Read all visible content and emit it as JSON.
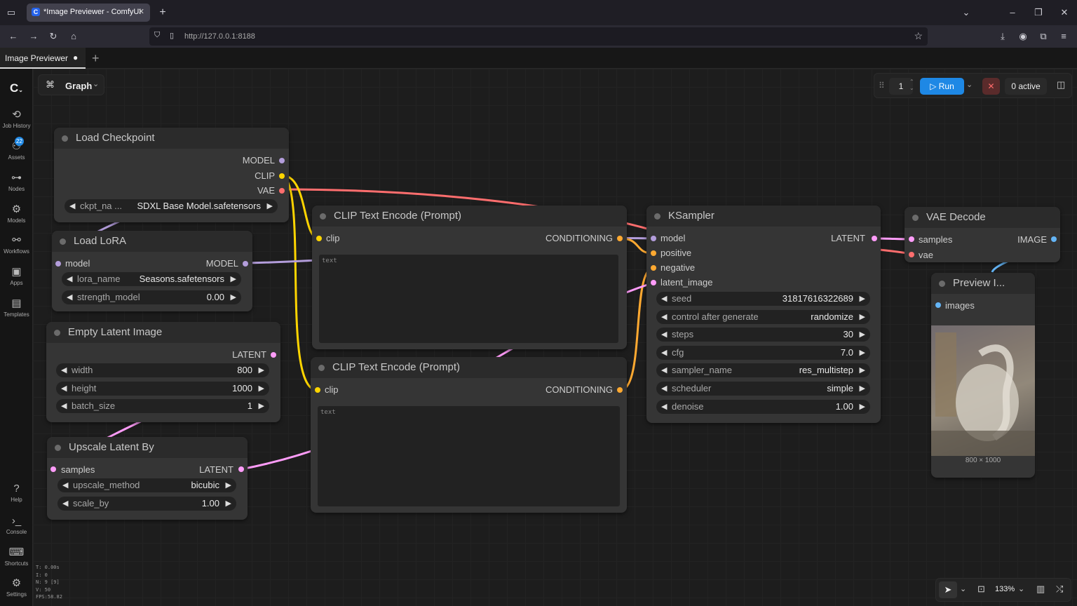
{
  "browser": {
    "tab_title": "*Image Previewer - ComfyUI",
    "url": "http://127.0.0.1:8188"
  },
  "app": {
    "workflow_tab": "Image Previewer",
    "mode_label": "Graph",
    "queue_count": "1",
    "run_label": "Run",
    "active_label": "0 active",
    "zoom": "133%"
  },
  "sidebar": {
    "items": [
      {
        "label": "Job History",
        "icon": "history-icon"
      },
      {
        "label": "Assets",
        "icon": "assets-icon",
        "badge": "22"
      },
      {
        "label": "Nodes",
        "icon": "nodes-icon"
      },
      {
        "label": "Models",
        "icon": "models-icon"
      },
      {
        "label": "Workflows",
        "icon": "workflows-icon"
      },
      {
        "label": "Apps",
        "icon": "apps-icon"
      },
      {
        "label": "Templates",
        "icon": "templates-icon"
      }
    ],
    "bottom": [
      {
        "label": "Help",
        "icon": "help-icon"
      },
      {
        "label": "Console",
        "icon": "console-icon"
      },
      {
        "label": "Shortcuts",
        "icon": "keyboard-icon"
      },
      {
        "label": "Settings",
        "icon": "gear-icon"
      }
    ]
  },
  "stats": [
    "T: 0.00s",
    "I: 0",
    "N: 9 [9]",
    "V: 50",
    "FPS:58.82"
  ],
  "nodes": {
    "load_checkpoint": {
      "title": "Load Checkpoint",
      "outputs": [
        "MODEL",
        "CLIP",
        "VAE"
      ],
      "ckpt_label": "ckpt_na ...",
      "ckpt_value": "SDXL Base Model.safetensors"
    },
    "load_lora": {
      "title": "Load LoRA",
      "input": "model",
      "output": "MODEL",
      "lora_label": "lora_name",
      "lora_value": "Seasons.safetensors",
      "strength_label": "strength_model",
      "strength_value": "0.00"
    },
    "empty_latent": {
      "title": "Empty Latent Image",
      "output": "LATENT",
      "width_label": "width",
      "width_value": "800",
      "height_label": "height",
      "height_value": "1000",
      "batch_label": "batch_size",
      "batch_value": "1"
    },
    "upscale_latent": {
      "title": "Upscale Latent By",
      "input": "samples",
      "output": "LATENT",
      "method_label": "upscale_method",
      "method_value": "bicubic",
      "scale_label": "scale_by",
      "scale_value": "1.00"
    },
    "clip_encode_1": {
      "title": "CLIP Text Encode (Prompt)",
      "input": "clip",
      "output": "CONDITIONING",
      "placeholder": "text"
    },
    "clip_encode_2": {
      "title": "CLIP Text Encode (Prompt)",
      "input": "clip",
      "output": "CONDITIONING",
      "placeholder": "text"
    },
    "ksampler": {
      "title": "KSampler",
      "inputs": [
        "model",
        "positive",
        "negative",
        "latent_image"
      ],
      "output": "LATENT",
      "widgets": [
        {
          "label": "seed",
          "value": "31817616322689"
        },
        {
          "label": "control after generate",
          "value": "randomize"
        },
        {
          "label": "steps",
          "value": "30"
        },
        {
          "label": "cfg",
          "value": "7.0"
        },
        {
          "label": "sampler_name",
          "value": "res_multistep"
        },
        {
          "label": "scheduler",
          "value": "simple"
        },
        {
          "label": "denoise",
          "value": "1.00"
        }
      ]
    },
    "vae_decode": {
      "title": "VAE Decode",
      "inputs": [
        "samples",
        "vae"
      ],
      "output": "IMAGE"
    },
    "preview": {
      "title": "Preview I...",
      "input": "images",
      "size": "800 × 1000"
    }
  },
  "colors": {
    "model": "#b39ddb",
    "clip": "#ffd500",
    "vae": "#ff6e6e",
    "latent": "#ff9cf9",
    "conditioning": "#ffa931",
    "image": "#64b5f6",
    "run": "#1e88e5"
  }
}
